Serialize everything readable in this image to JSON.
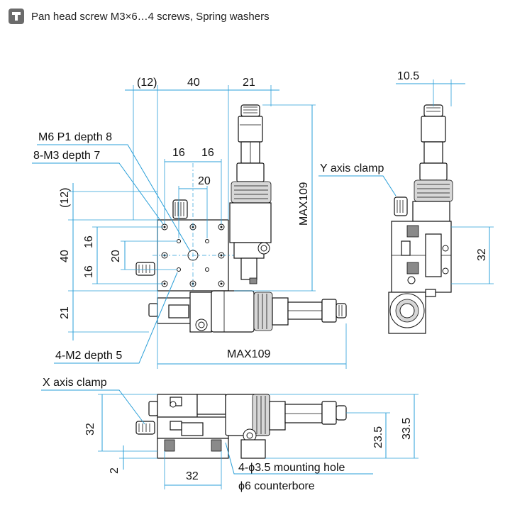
{
  "header": {
    "icon": "screw-icon",
    "note": "Pan head screw M3×6…4 screws, Spring washers"
  },
  "labels": {
    "dim_top_12": "(12)",
    "dim_top_40": "40",
    "dim_top_21": "21",
    "dim_m6": "M6 P1 depth 8",
    "dim_m3": "8-M3 depth 7",
    "dim_16a": "16",
    "dim_16b": "16",
    "dim_20h": "20",
    "dim_left_12": "(12)",
    "dim_left_40": "40",
    "dim_left_16a": "16",
    "dim_left_20": "20",
    "dim_left_16b": "16",
    "dim_left_21": "21",
    "dim_max109_v": "MAX109",
    "dim_m2": "4-M2 depth 5",
    "dim_max109_h": "MAX109",
    "dim_side_105": "10.5",
    "y_axis_clamp": "Y axis clamp",
    "dim_side_32": "32",
    "x_axis_clamp": "X axis clamp",
    "dim_front_32v": "32",
    "dim_front_2": "2",
    "dim_front_32h": "32",
    "dim_front_235": "23.5",
    "dim_front_335": "33.5",
    "mounting_hole": "4-ϕ3.5 mounting hole",
    "counterbore": "ϕ6 counterbore"
  }
}
